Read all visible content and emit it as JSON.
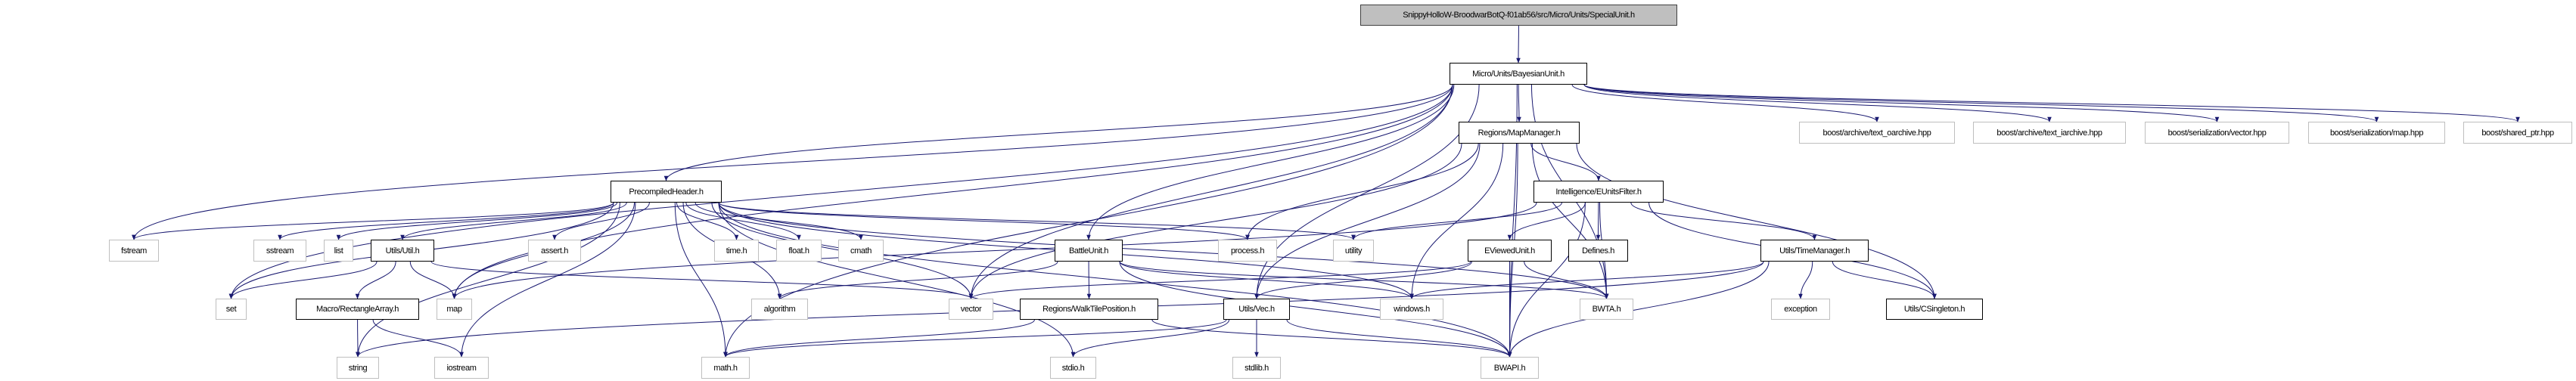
{
  "edge_color": "#191970",
  "root_fill": "#bfbfbf",
  "nodes": [
    {
      "id": "root",
      "label": "SnippyHolloW-BroodwarBotQ-f01ab56/src/Micro/Units/SpecialUnit.h",
      "kind": "root"
    },
    {
      "id": "bayes",
      "label": "Micro/Units/BayesianUnit.h",
      "kind": "doc"
    },
    {
      "id": "mapmgr",
      "label": "Regions/MapManager.h",
      "kind": "doc"
    },
    {
      "id": "oarch",
      "label": "boost/archive/text_oarchive.hpp",
      "kind": "ext"
    },
    {
      "id": "iarch",
      "label": "boost/archive/text_iarchive.hpp",
      "kind": "ext"
    },
    {
      "id": "svec",
      "label": "boost/serialization/vector.hpp",
      "kind": "ext"
    },
    {
      "id": "smap",
      "label": "boost/serialization/map.hpp",
      "kind": "ext"
    },
    {
      "id": "sptr",
      "label": "boost/shared_ptr.hpp",
      "kind": "ext"
    },
    {
      "id": "pch",
      "label": "PrecompiledHeader.h",
      "kind": "doc"
    },
    {
      "id": "euf",
      "label": "Intelligence/EUnitsFilter.h",
      "kind": "doc"
    },
    {
      "id": "fstream",
      "label": "fstream",
      "kind": "ext"
    },
    {
      "id": "sstream",
      "label": "sstream",
      "kind": "ext"
    },
    {
      "id": "list",
      "label": "list",
      "kind": "ext"
    },
    {
      "id": "util",
      "label": "Utils/Util.h",
      "kind": "doc"
    },
    {
      "id": "assert",
      "label": "assert.h",
      "kind": "ext"
    },
    {
      "id": "time",
      "label": "time.h",
      "kind": "ext"
    },
    {
      "id": "float",
      "label": "float.h",
      "kind": "ext"
    },
    {
      "id": "cmath",
      "label": "cmath",
      "kind": "ext"
    },
    {
      "id": "battle",
      "label": "BattleUnit.h",
      "kind": "doc"
    },
    {
      "id": "process",
      "label": "process.h",
      "kind": "ext"
    },
    {
      "id": "utility",
      "label": "utility",
      "kind": "ext"
    },
    {
      "id": "eviewed",
      "label": "EViewedUnit.h",
      "kind": "doc"
    },
    {
      "id": "defines",
      "label": "Defines.h",
      "kind": "doc"
    },
    {
      "id": "timemgr",
      "label": "Utils/TimeManager.h",
      "kind": "doc"
    },
    {
      "id": "set",
      "label": "set",
      "kind": "ext"
    },
    {
      "id": "rect",
      "label": "Macro/RectangleArray.h",
      "kind": "doc"
    },
    {
      "id": "map",
      "label": "map",
      "kind": "ext"
    },
    {
      "id": "algorithm",
      "label": "algorithm",
      "kind": "ext"
    },
    {
      "id": "vector",
      "label": "vector",
      "kind": "ext"
    },
    {
      "id": "walk",
      "label": "Regions/WalkTilePosition.h",
      "kind": "doc"
    },
    {
      "id": "vec",
      "label": "Utils/Vec.h",
      "kind": "doc"
    },
    {
      "id": "windows",
      "label": "windows.h",
      "kind": "ext"
    },
    {
      "id": "bwta",
      "label": "BWTA.h",
      "kind": "ext"
    },
    {
      "id": "exception",
      "label": "exception",
      "kind": "ext"
    },
    {
      "id": "csingleton",
      "label": "Utils/CSingleton.h",
      "kind": "doc"
    },
    {
      "id": "string",
      "label": "string",
      "kind": "ext"
    },
    {
      "id": "iostream",
      "label": "iostream",
      "kind": "ext"
    },
    {
      "id": "math",
      "label": "math.h",
      "kind": "ext"
    },
    {
      "id": "stdio",
      "label": "stdio.h",
      "kind": "ext"
    },
    {
      "id": "stdlib",
      "label": "stdlib.h",
      "kind": "ext"
    },
    {
      "id": "bwapi",
      "label": "BWAPI.h",
      "kind": "ext"
    }
  ],
  "edges": [
    [
      "root",
      "bayes"
    ],
    [
      "bayes",
      "pch"
    ],
    [
      "bayes",
      "mapmgr"
    ],
    [
      "bayes",
      "battle"
    ],
    [
      "bayes",
      "vec"
    ],
    [
      "bayes",
      "bwta"
    ],
    [
      "bayes",
      "bwapi"
    ],
    [
      "bayes",
      "oarch"
    ],
    [
      "bayes",
      "iarch"
    ],
    [
      "bayes",
      "svec"
    ],
    [
      "bayes",
      "smap"
    ],
    [
      "bayes",
      "sptr"
    ],
    [
      "bayes",
      "fstream"
    ],
    [
      "bayes",
      "set"
    ],
    [
      "bayes",
      "map"
    ],
    [
      "bayes",
      "math"
    ],
    [
      "bayes",
      "vector"
    ],
    [
      "pch",
      "fstream"
    ],
    [
      "pch",
      "sstream"
    ],
    [
      "pch",
      "list"
    ],
    [
      "pch",
      "util"
    ],
    [
      "pch",
      "set"
    ],
    [
      "pch",
      "map"
    ],
    [
      "pch",
      "string"
    ],
    [
      "pch",
      "iostream"
    ],
    [
      "pch",
      "assert"
    ],
    [
      "pch",
      "time"
    ],
    [
      "pch",
      "float"
    ],
    [
      "pch",
      "cmath"
    ],
    [
      "pch",
      "math"
    ],
    [
      "pch",
      "algorithm"
    ],
    [
      "pch",
      "stdio"
    ],
    [
      "pch",
      "vector"
    ],
    [
      "pch",
      "process"
    ],
    [
      "pch",
      "utility"
    ],
    [
      "pch",
      "windows"
    ],
    [
      "pch",
      "bwta"
    ],
    [
      "pch",
      "bwapi"
    ],
    [
      "util",
      "set"
    ],
    [
      "util",
      "map"
    ],
    [
      "util",
      "rect"
    ],
    [
      "util",
      "vector"
    ],
    [
      "rect",
      "string"
    ],
    [
      "rect",
      "iostream"
    ],
    [
      "mapmgr",
      "euf"
    ],
    [
      "mapmgr",
      "process"
    ],
    [
      "mapmgr",
      "vector"
    ],
    [
      "mapmgr",
      "vec"
    ],
    [
      "mapmgr",
      "windows"
    ],
    [
      "mapmgr",
      "bwta"
    ],
    [
      "mapmgr",
      "bwapi"
    ],
    [
      "mapmgr",
      "csingleton"
    ],
    [
      "euf",
      "utility"
    ],
    [
      "euf",
      "map"
    ],
    [
      "euf",
      "eviewed"
    ],
    [
      "euf",
      "defines"
    ],
    [
      "euf",
      "bwta"
    ],
    [
      "euf",
      "timemgr"
    ],
    [
      "euf",
      "csingleton"
    ],
    [
      "euf",
      "bwapi"
    ],
    [
      "battle",
      "algorithm"
    ],
    [
      "battle",
      "walk"
    ],
    [
      "battle",
      "windows"
    ],
    [
      "battle",
      "bwta"
    ],
    [
      "battle",
      "bwapi"
    ],
    [
      "walk",
      "math"
    ],
    [
      "walk",
      "bwapi"
    ],
    [
      "vec",
      "math"
    ],
    [
      "vec",
      "stdio"
    ],
    [
      "vec",
      "stdlib"
    ],
    [
      "vec",
      "bwapi"
    ],
    [
      "eviewed",
      "vector"
    ],
    [
      "eviewed",
      "vec"
    ],
    [
      "eviewed",
      "bwta"
    ],
    [
      "eviewed",
      "bwapi"
    ],
    [
      "timemgr",
      "windows"
    ],
    [
      "timemgr",
      "exception"
    ],
    [
      "timemgr",
      "csingleton"
    ],
    [
      "timemgr",
      "bwapi"
    ],
    [
      "timemgr",
      "string"
    ]
  ]
}
